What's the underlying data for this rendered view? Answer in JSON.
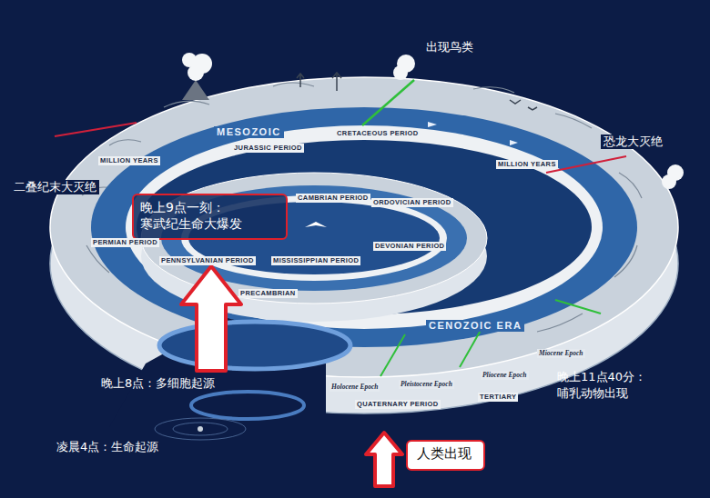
{
  "diagram": {
    "nodes": [
      {
        "text": [
          "晚上9点一刻： 寒武纪生命大爆发"
        ]
      },
      {
        "text": [
          "人类出现"
        ]
      }
    ],
    "labels": [
      "出现鸟类",
      "恐龙大灭绝",
      "二叠纪末大灭绝",
      "晚上8点：多细胞起源",
      "凌晨4点：生命起源",
      "晚上11点40分： 哺乳动物出现",
      "MESOZOIC",
      "MILLION YEARS",
      "MILLION YEARS",
      "JURASSIC PERIOD",
      "CRETACEOUS PERIOD",
      "PERMIAN PERIOD",
      "CAMBRIAN PERIOD",
      "ORDOVICIAN PERIOD",
      "PENNSYLVANIAN PERIOD",
      "MISSISSIPPIAN PERIOD",
      "DEVONIAN PERIOD",
      "PRECAMBRIAN",
      "CENOZOIC ERA",
      "Holocene Epoch",
      "Pleistocene Epoch",
      "Pliocene Epoch",
      "Miocene Epoch",
      "TERTIARY",
      "QUATERNARY PERIOD"
    ]
  }
}
